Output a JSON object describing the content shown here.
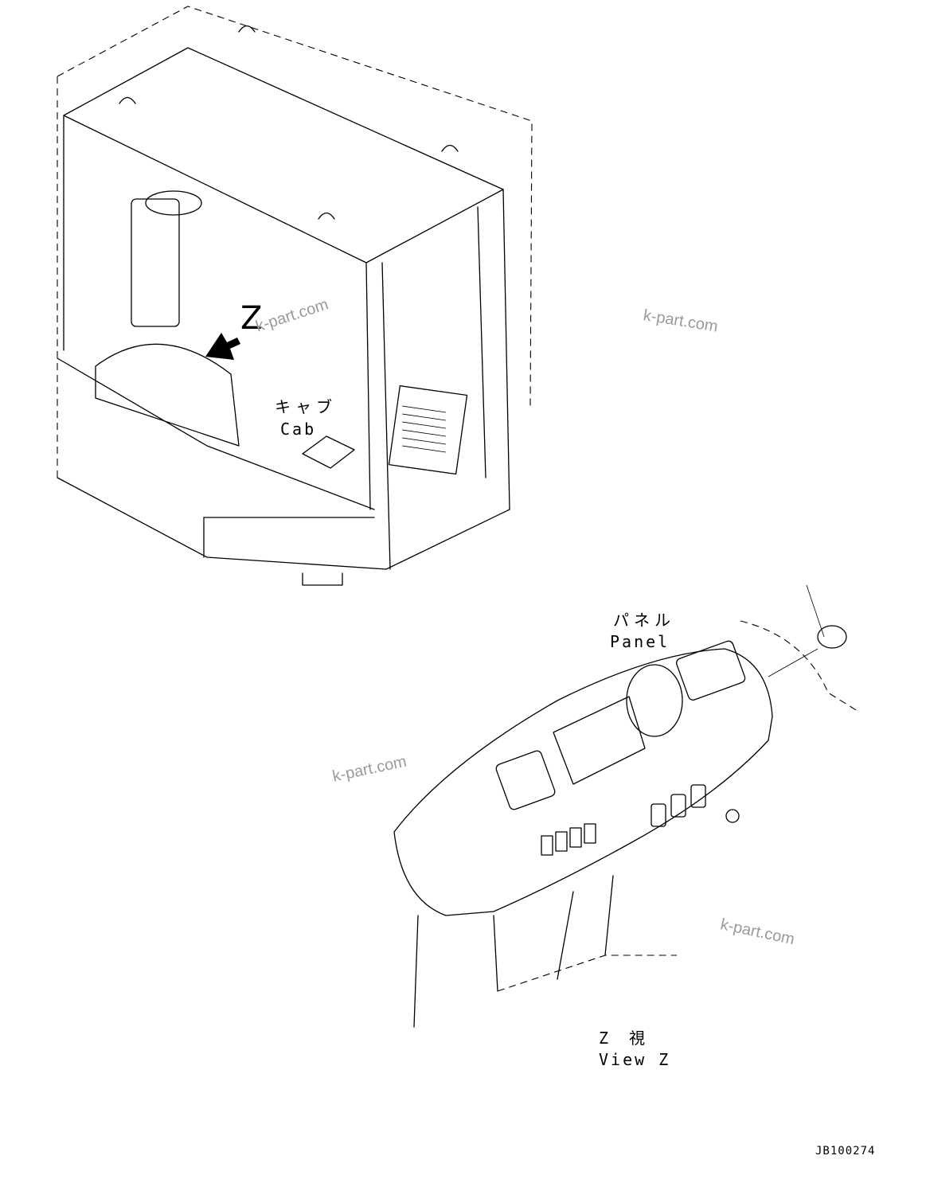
{
  "labels": {
    "view_marker": "Z",
    "cab_jp": "キャブ",
    "cab_en": "Cab",
    "panel_jp": "パネル",
    "panel_en": "Panel",
    "view_jp": "Z　視",
    "view_en": "View Z",
    "doc_id": "JB100274"
  },
  "watermarks": [
    "k-part.com",
    "k-part.com",
    "k-part.com",
    "k-part.com"
  ],
  "colors": {
    "line": "#000000",
    "watermark": "#9a9a9a",
    "background": "#ffffff"
  }
}
